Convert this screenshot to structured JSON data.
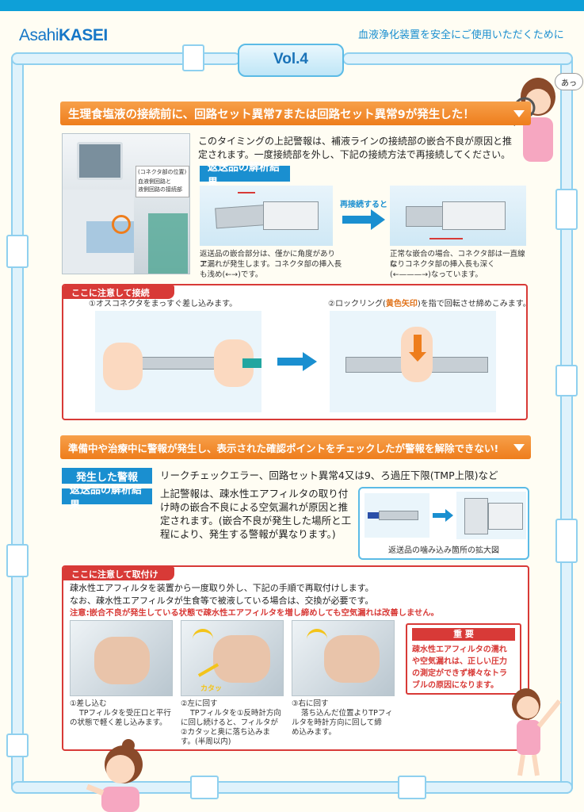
{
  "header": {
    "logo_thin": "Asahi",
    "logo_bold": "KASEI",
    "tagline": "血液浄化装置を安全にご使用いただくために",
    "volume": "Vol.4"
  },
  "nurse_bubble": "あっ",
  "section1": {
    "banner": "生理食塩液の接続前に、回路セット異常7または回路セット異常9が発生した！",
    "intro": [
      "このタイミングの上記警報は、補液ラインの接続部の嵌合不良が原因と推",
      "定されます。一度接続部を外し、下記の接続方法で再接続してください。"
    ],
    "connector_label": [
      "(コネクタ部の位置)",
      "血液側回路と",
      "液側回路の接続部"
    ],
    "analysis_tag": "返送品の解析結果",
    "reconnect_label": "再接続すると",
    "bad_caption": [
      "返送品の嵌合部分は、僅かに角度がありエ",
      "ア漏れが発生します。コネクタ部の挿入長",
      "も浅め(←→)です。"
    ],
    "good_caption": [
      "正常な嵌合の場合、コネクタ部は一直線に",
      "なりコネクタ部の挿入長も深く",
      "(←———→)なっています。"
    ],
    "caution_tab": "ここに注意して接続",
    "step1": "①オスコネクタをまっすぐ差し込みます。",
    "step2_pre": "②ロックリング(",
    "step2_highlight": "黄色矢印",
    "step2_post": ")を指で回転させ締めこみます。"
  },
  "section2": {
    "banner": "準備中や治療中に警報が発生し、表示された確認ポイントをチェックしたが警報を解除できない!",
    "alarm_tag": "発生した警報",
    "alarm_text": "リークチェックエラー、回路セット異常4又は9、ろ過圧下限(TMP上限)など",
    "analysis_tag": "返送品の解析結果",
    "analysis_text": [
      "上記警報は、疎水性エアフィルタの取り付",
      "け時の嵌合不良による空気漏れが原因と推",
      "定されます。(嵌合不良が発生した場所と工",
      "程により、発生する警報が異なります。)"
    ],
    "enlarged_caption": "返送品の噛み込み箇所の拡大図",
    "caution_tab": "ここに注意して取付け",
    "instructions": [
      "疎水性エアフィルタを装置から一度取り外し、下記の手順で再取付けします。",
      "なお、疎水性エアフィルタが生食等で被液している場合は、交換が必要です。"
    ],
    "warning": "注意:嵌合不良が発生している状態で疎水性エアフィルタを増し締めしても空気漏れは改善しません。",
    "photo_marker_2": "カタッ",
    "steps": [
      [
        "①差し込む",
        "TPフィルタを受圧口と平行",
        "の状態で軽く差し込みます。"
      ],
      [
        "②左に回す",
        "TPフィルタを①反時計方向",
        "に回し続けると、フィルタが",
        "②カタッと奥に落ち込みま",
        "す。(半周以内)"
      ],
      [
        "③右に回す",
        "落ち込んだ位置よりTPフィ",
        "ルタを時計方向に回して締",
        "め込みます。"
      ]
    ],
    "important_title": "重 要",
    "important_text": [
      "疎水性エアフィルタの濡れ",
      "や空気漏れは、正しい圧力",
      "の測定ができず様々なトラ",
      "ブルの原因になります。"
    ]
  },
  "colors": {
    "accent_blue": "#1a8fd0",
    "banner_orange": "#ee7d1c",
    "warning_red": "#d83a37",
    "pipe": "#8fd0ef"
  }
}
